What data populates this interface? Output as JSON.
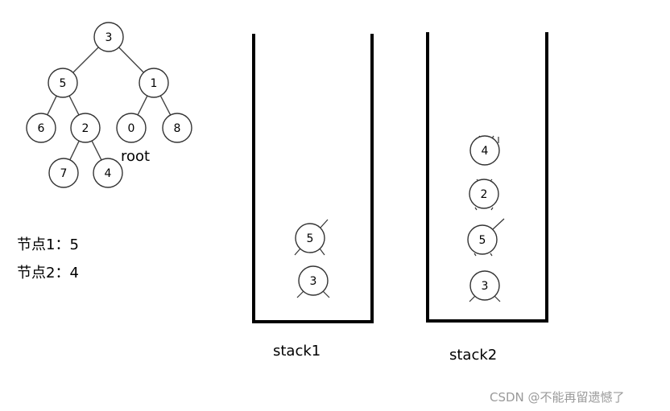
{
  "tree": {
    "root_label": "root",
    "nodes": [
      {
        "id": "n3",
        "value": "3"
      },
      {
        "id": "n5",
        "value": "5"
      },
      {
        "id": "n1",
        "value": "1"
      },
      {
        "id": "n6",
        "value": "6"
      },
      {
        "id": "n2",
        "value": "2"
      },
      {
        "id": "n0",
        "value": "0"
      },
      {
        "id": "n8",
        "value": "8"
      },
      {
        "id": "n7",
        "value": "7"
      },
      {
        "id": "n4",
        "value": "4"
      }
    ],
    "edges": [
      [
        "n3",
        "n5"
      ],
      [
        "n3",
        "n1"
      ],
      [
        "n5",
        "n6"
      ],
      [
        "n5",
        "n2"
      ],
      [
        "n1",
        "n0"
      ],
      [
        "n1",
        "n8"
      ],
      [
        "n2",
        "n7"
      ],
      [
        "n2",
        "n4"
      ]
    ]
  },
  "targets": {
    "line1": "节点1：5",
    "line2": "节点2：4"
  },
  "stacks": [
    {
      "name": "stack1",
      "items_top_to_bottom": [
        "5",
        "3"
      ]
    },
    {
      "name": "stack2",
      "items_top_to_bottom": [
        "4",
        "2",
        "5",
        "3"
      ]
    }
  ],
  "watermark": "CSDN @不能再留遗憾了"
}
